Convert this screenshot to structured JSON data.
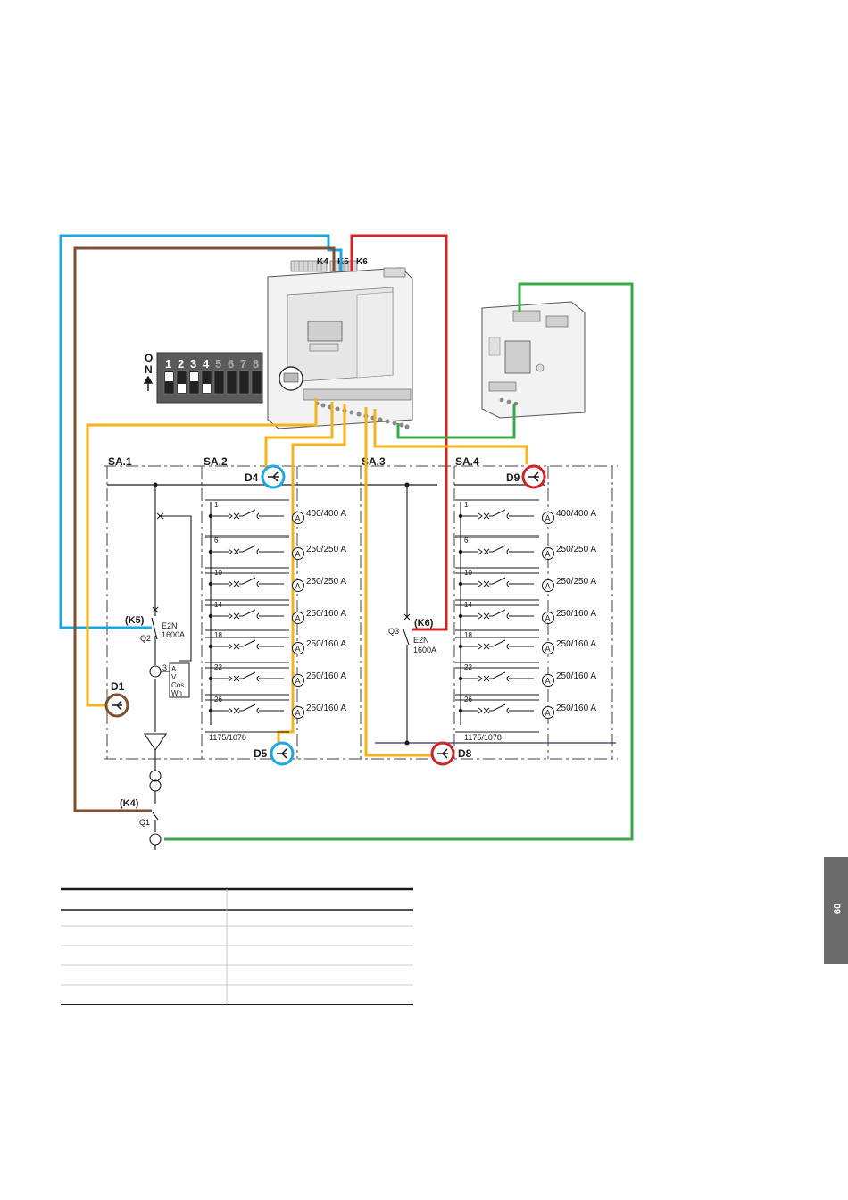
{
  "colors": {
    "blue": "#1ea6de",
    "brown": "#7f4f32",
    "red": "#d0242a",
    "orange": "#f4b21d",
    "green": "#3aa845",
    "purple": "#3a2d6e",
    "tab": "#6b6b6b"
  },
  "controller": {
    "relays": [
      "K4",
      "K5",
      "K6"
    ],
    "dip_label_on": "O",
    "dip_label_n": "N",
    "dip_numbers": [
      "1",
      "2",
      "3",
      "4",
      "5",
      "6",
      "7",
      "8"
    ]
  },
  "sections": [
    "SA.1",
    "SA.2",
    "SA.3",
    "SA.4"
  ],
  "devices": {
    "d1": "D1",
    "d4": "D4",
    "d5": "D5",
    "d8": "D8",
    "d9": "D9"
  },
  "breakers": {
    "q2_relay": "(K5)",
    "q2_name": "Q2",
    "q2_type": "E2N",
    "q2_rating": "1600A",
    "q3_relay": "(K6)",
    "q3_name": "Q3",
    "q3_type": "E2N",
    "q3_rating": "1600A",
    "q1_relay": "(K4)",
    "q1_name": "Q1"
  },
  "meter": {
    "number": "3",
    "lines": [
      "A",
      "V",
      "Cos",
      "Wh"
    ]
  },
  "feeders_sa2": [
    {
      "num": "1",
      "rating": "400/400 A",
      "meter": "A"
    },
    {
      "num": "6",
      "rating": "250/250 A",
      "meter": "A"
    },
    {
      "num": "10",
      "rating": "250/250 A",
      "meter": "A"
    },
    {
      "num": "14",
      "rating": "250/160 A",
      "meter": "A"
    },
    {
      "num": "18",
      "rating": "250/160 A",
      "meter": "A"
    },
    {
      "num": "22",
      "rating": "250/160 A",
      "meter": "A"
    },
    {
      "num": "26",
      "rating": "250/160 A",
      "meter": "A"
    }
  ],
  "feeders_sa4": [
    {
      "num": "1",
      "rating": "400/400 A",
      "meter": "A"
    },
    {
      "num": "6",
      "rating": "250/250 A",
      "meter": "A"
    },
    {
      "num": "10",
      "rating": "250/250 A",
      "meter": "A"
    },
    {
      "num": "14",
      "rating": "250/160 A",
      "meter": "A"
    },
    {
      "num": "18",
      "rating": "250/160 A",
      "meter": "A"
    },
    {
      "num": "22",
      "rating": "250/160 A",
      "meter": "A"
    },
    {
      "num": "26",
      "rating": "250/160 A",
      "meter": "A"
    }
  ],
  "dimensions": {
    "sa2": "1175/1078",
    "sa4": "1175/1078"
  },
  "table": {
    "rows": [
      [
        "",
        ""
      ],
      [
        "",
        ""
      ],
      [
        "",
        ""
      ],
      [
        "",
        ""
      ],
      [
        "",
        ""
      ],
      [
        "",
        ""
      ]
    ]
  },
  "page_tab": "09",
  "icons": {
    "device_symbol": "plug-device-icon",
    "transformer": "transformer-icon",
    "ct": "current-transformer-icon"
  }
}
